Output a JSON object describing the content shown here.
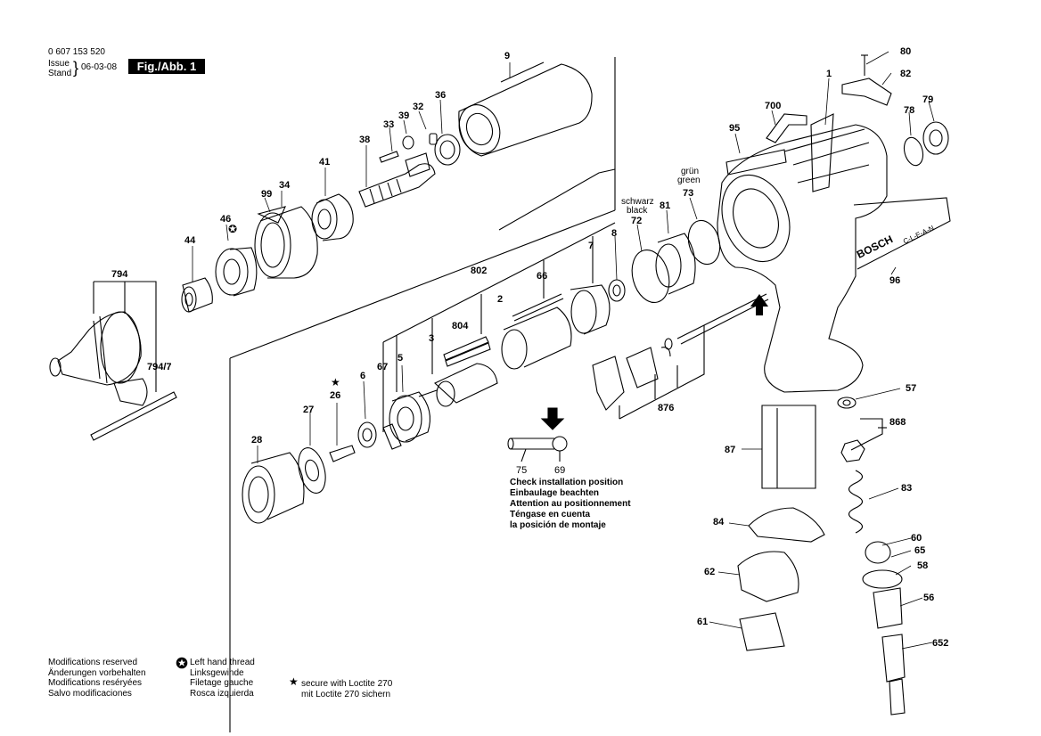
{
  "header": {
    "doc_number": "0 607 153 520",
    "issue_label": "Issue",
    "stand_label": "Stand",
    "date": "06-03-08",
    "fig_label": "Fig./Abb. 1"
  },
  "parts": [
    "80",
    "82",
    "1",
    "700",
    "95",
    "79",
    "78",
    "9",
    "36",
    "32",
    "39",
    "33",
    "38",
    "41",
    "34",
    "99",
    "46",
    "44",
    "794",
    "794/7",
    "802",
    "66",
    "7",
    "8",
    "2",
    "804",
    "3",
    "5",
    "67",
    "6",
    "26",
    "27",
    "28",
    "72",
    "81",
    "73",
    "96",
    "876",
    "57",
    "868",
    "87",
    "83",
    "84",
    "60",
    "65",
    "58",
    "62",
    "56",
    "61",
    "652",
    "75",
    "69"
  ],
  "colors": {
    "schwarz": "schwarz",
    "black": "black",
    "gruen": "grün",
    "green": "green"
  },
  "install_note": {
    "en": "Check installation position",
    "de": "Einbaulage beachten",
    "fr": "Attention au positionnement",
    "hu": "Téngase en cuenta",
    "es": "la posición de montaje"
  },
  "brand": {
    "logo": "BOSCH",
    "line": "C-L-E-A-N"
  },
  "footer": {
    "mods": [
      "Modifications reserved",
      "Änderungen vorbehalten",
      "Modifications reséryées",
      "Salvo modificaciones"
    ],
    "thread": [
      "Left hand thread",
      "Linksgewinde",
      "Filetage gauche",
      "Rosca izquierda"
    ],
    "loctite": [
      "secure with Loctite 270",
      "mit Loctite 270 sichern"
    ]
  }
}
